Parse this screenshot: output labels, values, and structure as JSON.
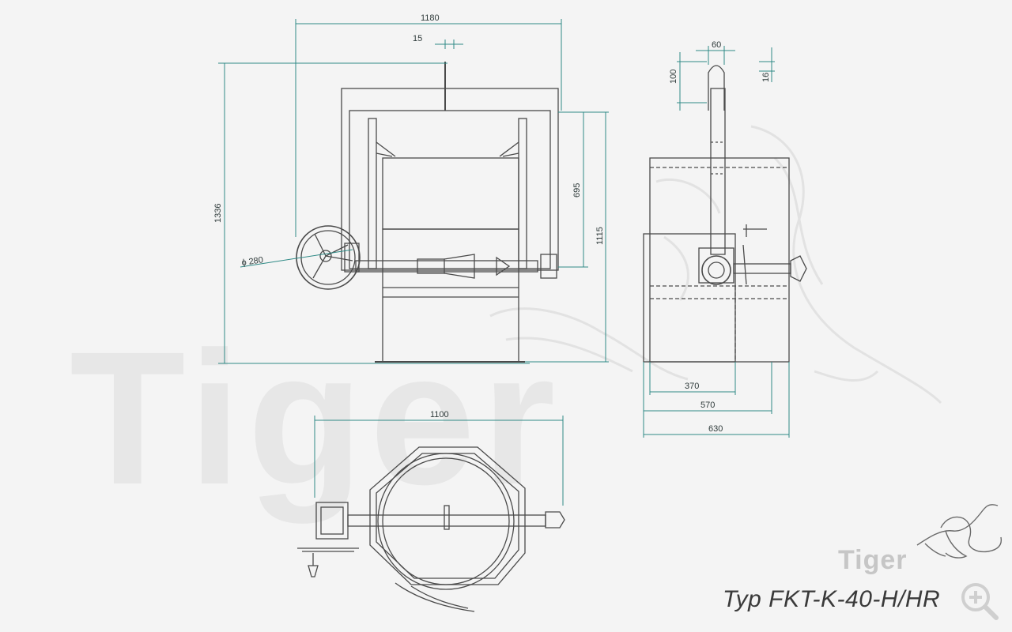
{
  "title": "Typ FKT-K-40-H/HR",
  "logo_text": "Tiger",
  "watermark_text": "Tiger",
  "colors": {
    "background": "#f4f4f4",
    "line": "#4a4a4a",
    "dimension": "#2f8a86",
    "watermark": "#e6e6e6"
  },
  "dimensions": {
    "front_width": "1180",
    "front_offset": "15",
    "front_height": "1336",
    "front_mid_height": "695",
    "front_lower_height": "1115",
    "wheel_diameter": "ϕ 280",
    "side_handle_width": "60",
    "side_handle_height": "100",
    "side_handle_small": "16",
    "side_width_small": "370",
    "side_width_mid": "570",
    "side_width_total": "630",
    "top_width": "1100"
  },
  "icons": {
    "zoom": "zoom-in-icon",
    "logo": "tiger-logo-icon"
  }
}
